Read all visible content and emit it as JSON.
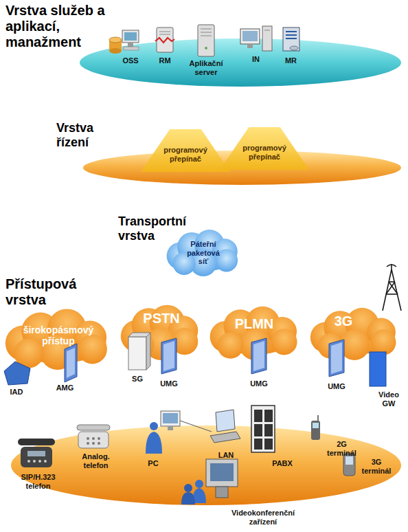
{
  "diagram": {
    "nodes": [
      {
        "text": [
          "Vrstva služeb a aplikací, manažment",
          "OSS",
          "RM",
          "Aplikační server",
          "IN",
          "MR"
        ]
      },
      {
        "text": [
          "Vrstva řízení"
        ]
      },
      {
        "text": [
          "programový přepínač"
        ],
        "in": 1
      },
      {
        "text": [
          "programový přepínač"
        ],
        "in": 1
      },
      {
        "text": [
          "Transportní vrstva",
          "Páteřní paketová síť"
        ]
      },
      {
        "text": [
          "širokopásmový přístup",
          "IAD",
          "AMG"
        ]
      },
      {
        "text": [
          "PSTN",
          "SG",
          "UMG"
        ]
      },
      {
        "text": [
          "PLMN",
          "UMG"
        ]
      },
      {
        "text": [
          "3G",
          "UMG",
          "Video GW"
        ]
      },
      {
        "text": [
          "SIP/H.323 telefon",
          "Analog. telefon",
          "PC",
          "LAN",
          "PABX",
          "2G terminál",
          "3G terminál",
          "Videokonferenční zařízení"
        ]
      }
    ],
    "labels": [
      "Přístupová vrstva"
    ]
  }
}
